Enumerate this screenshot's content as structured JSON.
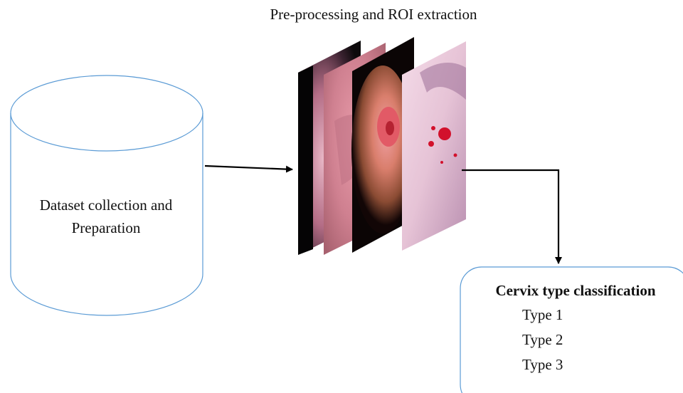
{
  "stage_preprocess": {
    "title": "Pre-processing and ROI extraction"
  },
  "stage_dataset": {
    "label_line1": "Dataset collection and",
    "label_line2": "Preparation"
  },
  "stage_classification": {
    "title": "Cervix type classification",
    "types": [
      "Type 1",
      "Type 2",
      "Type 3"
    ]
  },
  "colors": {
    "outline": "#5b9bd5",
    "arrow": "#000000"
  }
}
